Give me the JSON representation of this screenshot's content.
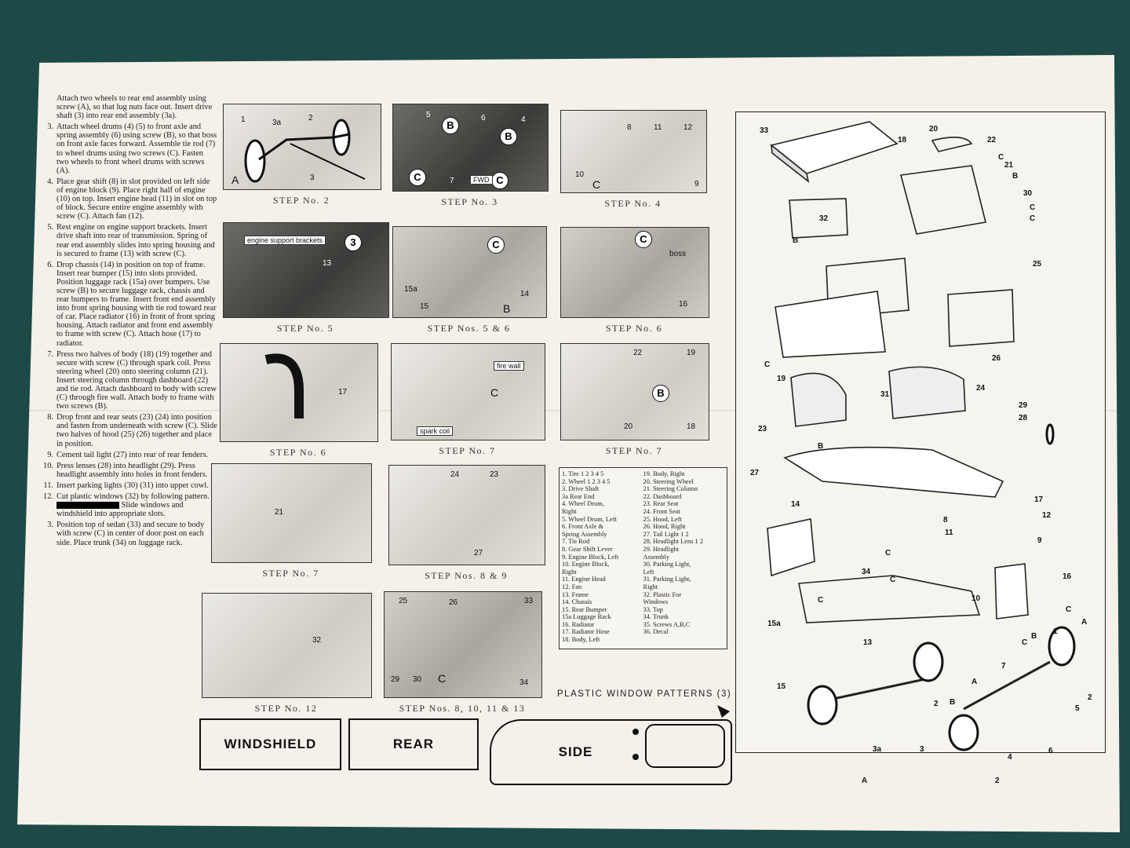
{
  "instructions": [
    {
      "num": "",
      "text": "Attach two wheels to rear end assembly using screw (A), so that lug nuts face out. Insert drive shaft (3) into rear end assembly (3a)."
    },
    {
      "num": "3.",
      "text": "Attach wheel drums (4) (5) to front axle and spring assembly (6) using screw (B), so that boss on front axle faces forward. Assemble tie rod (7) to wheel drums using two screws (C). Fasten two wheels to front wheel drums with screws (A)."
    },
    {
      "num": "4.",
      "text": "Place gear shift (8) in slot provided on left side of engine block (9). Place right half of engine (10) on top. Insert engine head (11) in slot on top of block. Secure entire engine assembly with screw (C). Attach fan (12)."
    },
    {
      "num": "5.",
      "text": "Rest engine on engine support brackets. Insert drive shaft into rear of transmission. Spring of rear end assembly slides into spring housing and is secured to frame (13) with screw (C)."
    },
    {
      "num": "6.",
      "text": "Drop chassis (14) in position on top of frame. Insert rear bumper (15) into slots provided. Position luggage rack (15a) over bumpers. Use screw (B) to secure luggage rack, chassis and rear bumpers to frame. Insert front end assembly into front spring housing with tie rod toward rear of car. Place radiator (16) in front of front spring housing. Attach radiator and front end assembly to frame with screw (C). Attach hose (17) to radiator."
    },
    {
      "num": "7.",
      "text": "Press two halves of body (18) (19) together and secure with screw (C) through spark coil. Press steering wheel (20) onto steering column (21). Insert steering column through dashboard (22) and tie rod. Attach dashboard to body with screw (C) through fire wall. Attach body to frame with two screws (B)."
    },
    {
      "num": "8.",
      "text": "Drop front and rear seats (23) (24) into position and fasten from underneath with screw (C). Slide two halves of hood (25) (26) together and place in position."
    },
    {
      "num": "9.",
      "text": "Cement tail light (27) into rear of rear fenders."
    },
    {
      "num": "10.",
      "text": "Press lenses (28) into headlight (29). Press headlight assembly into holes in front fenders."
    },
    {
      "num": "11.",
      "text": "Insert parking lights (30) (31) into upper cowl."
    },
    {
      "num": "12.",
      "text_a": "Cut plastic windows (32) by following pattern.",
      "text_b": "Slide windows and windshield into appropriate slots."
    },
    {
      "num": "3.",
      "text": "Position top of sedan (33) and secure to body with screw (C) in center of door post on each side. Place trunk (34) on luggage rack."
    }
  ],
  "steps": {
    "s1": {
      "caption": "STEP No. 2",
      "labels": [
        "1",
        "3a",
        "2",
        "3",
        "A"
      ]
    },
    "s2": {
      "caption": "STEP No. 3",
      "labels": [
        "5",
        "B",
        "6",
        "4",
        "B",
        "C",
        "7",
        "C",
        "FWD"
      ]
    },
    "s3": {
      "caption": "STEP No. 4",
      "labels": [
        "8",
        "11",
        "12",
        "10",
        "C",
        "9"
      ]
    },
    "s4": {
      "caption": "STEP No. 5",
      "labels": [
        "engine support brackets",
        "3",
        "13"
      ]
    },
    "s5": {
      "caption": "STEP Nos. 5 & 6",
      "labels": [
        "C",
        "15a",
        "14",
        "15",
        "B"
      ]
    },
    "s6": {
      "caption": "STEP No. 6",
      "labels": [
        "C",
        "boss",
        "16"
      ]
    },
    "s7": {
      "caption": "STEP No. 6",
      "labels": [
        "17"
      ]
    },
    "s8": {
      "caption": "STEP No. 7",
      "labels": [
        "fire wall",
        "C",
        "spark coil"
      ]
    },
    "s9": {
      "caption": "STEP No. 7",
      "labels": [
        "22",
        "19",
        "B",
        "20",
        "18"
      ]
    },
    "s10": {
      "caption": "STEP No. 7",
      "labels": [
        "21"
      ]
    },
    "s11": {
      "caption": "STEP Nos. 8 & 9",
      "labels": [
        "24",
        "23",
        "27"
      ]
    },
    "s12": {
      "caption": "STEP No. 12",
      "labels": [
        "32"
      ]
    },
    "s13": {
      "caption": "STEP Nos. 8, 10, 11 & 13",
      "labels": [
        "25",
        "26",
        "33",
        "29",
        "30",
        "C",
        "34"
      ]
    }
  },
  "parts_list": {
    "left": [
      "1. Tire 1 2 3 4 5",
      "2. Wheel 1 2 3 4 5",
      "3. Drive Shaft",
      "3a Rear End",
      "4. Wheel Drum,",
      "    Right",
      "5. Wheel Drum, Left",
      "6. Front Axle &",
      "    Spring Assembly",
      "7. Tie Rod",
      "8. Gear Shift Lever",
      "9. Engine Block, Left",
      "10. Engine Block,",
      "    Right",
      "11. Engine Head",
      "12. Fan",
      "13. Frame",
      "14. Chassis",
      "15. Rear Bumper",
      "15a Luggage Rack",
      "16. Radiator",
      "17. Radiator Hose",
      "18. Body, Left"
    ],
    "right": [
      "19. Body, Right",
      "20. Steering Wheel",
      "21. Steering Column",
      "22. Dashboard",
      "23. Rear Seat",
      "24. Front Seat",
      "25. Hood, Left",
      "26. Hood, Right",
      "27. Tail Light 1 2",
      "28. Headlight Lens 1 2",
      "29. Headlight",
      "    Assembly",
      "30. Parking Light,",
      "    Left",
      "31. Parking Light,",
      "    Right",
      "32. Plastic For",
      "    Windows",
      "33. Top",
      "34. Trunk",
      "35. Screws A,B,C",
      "36. Decal"
    ]
  },
  "patterns": {
    "title": "PLASTIC WINDOW PATTERNS (3)",
    "windshield": "WINDSHIELD",
    "rear": "REAR",
    "side": "SIDE"
  },
  "exploded_labels": [
    "33",
    "20",
    "22",
    "18",
    "C",
    "21",
    "B",
    "30",
    "C",
    "C",
    "32",
    "B",
    "25",
    "C",
    "19",
    "26",
    "31",
    "24",
    "23",
    "29",
    "28",
    "B",
    "27",
    "14",
    "17",
    "12",
    "8",
    "11",
    "9",
    "C",
    "34",
    "16",
    "C",
    "10",
    "C",
    "15a",
    "C",
    "13",
    "A",
    "15",
    "C",
    "B",
    "1",
    "A",
    "7",
    "2",
    "2",
    "5",
    "B",
    "3a",
    "3",
    "4",
    "6",
    "A",
    "2"
  ]
}
